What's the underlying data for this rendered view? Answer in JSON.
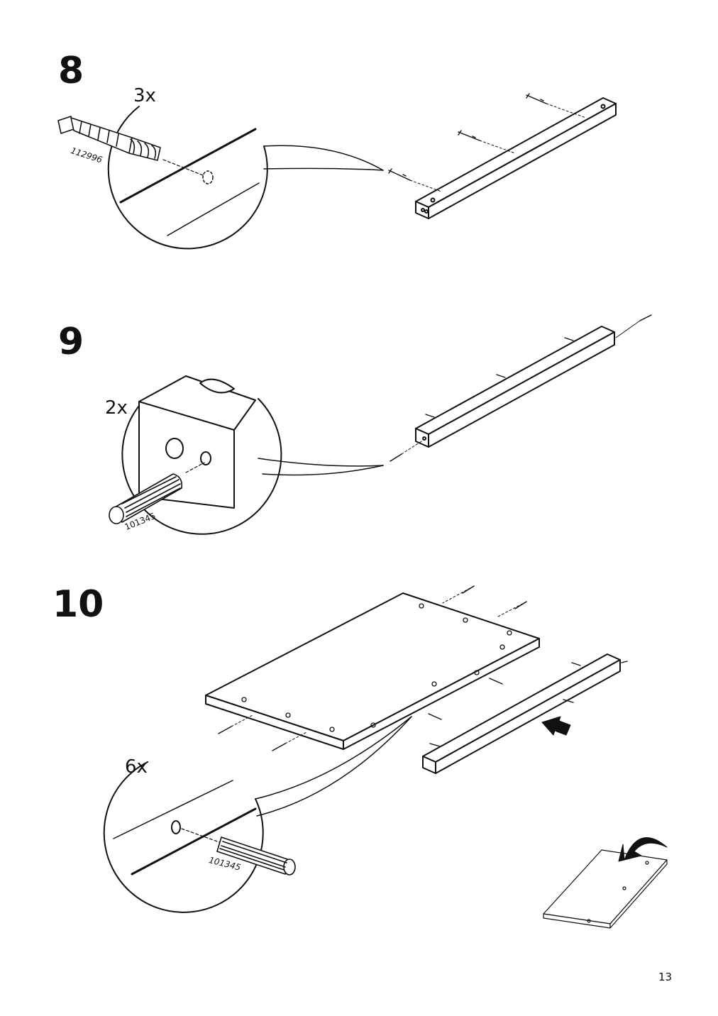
{
  "steps": [
    {
      "number": "8",
      "quantity": "3x",
      "part_number": "112996"
    },
    {
      "number": "9",
      "quantity": "2x",
      "part_number": "101345"
    },
    {
      "number": "10",
      "quantity": "6x",
      "part_number": "101345"
    }
  ],
  "page_number": "13",
  "icons": [
    "cam-bolt-icon",
    "wooden-dowel-icon",
    "insertion-arrow-icon",
    "flip-over-arrow-icon"
  ]
}
